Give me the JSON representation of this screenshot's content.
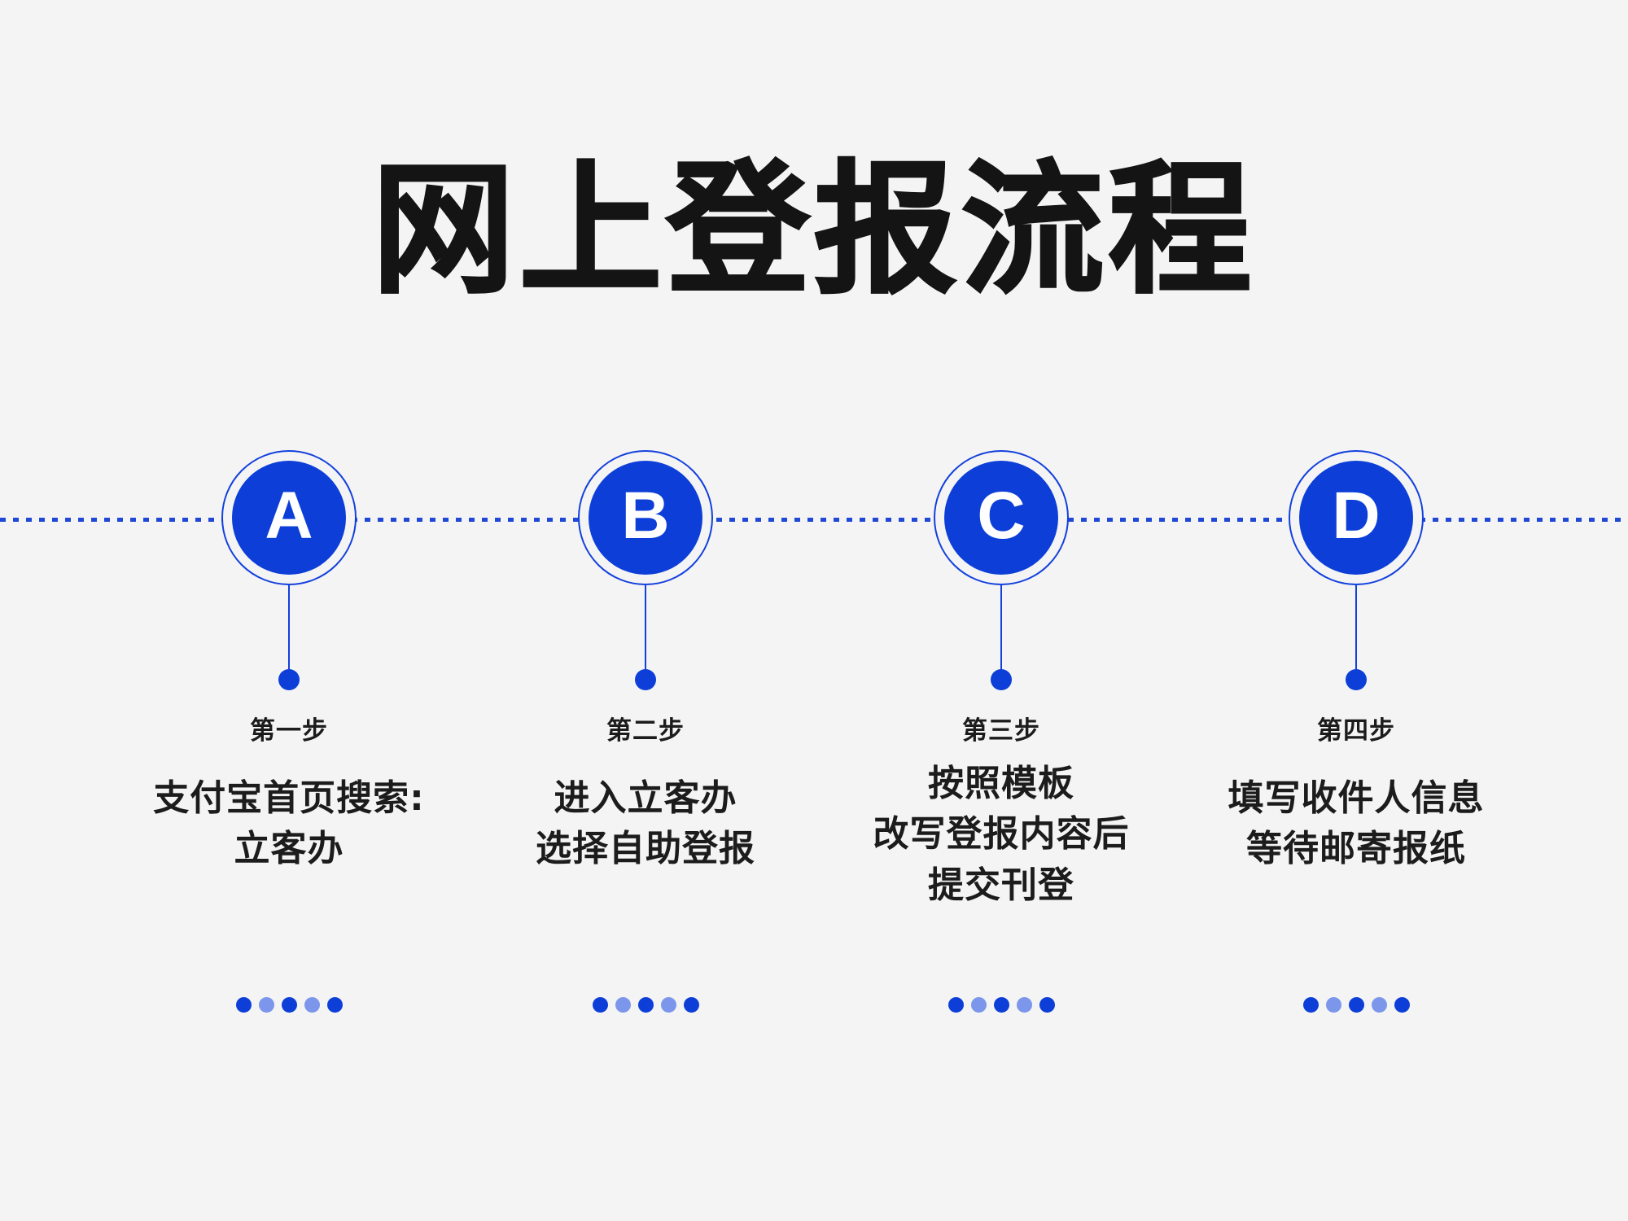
{
  "page": {
    "title": "网上登报流程",
    "background_color": "#f4f4f4",
    "accent_color": "#0d3fd8",
    "accent_light_color": "#7b96ea",
    "text_color": "#1c1c1c"
  },
  "axis": {
    "name": "dotted-timeline",
    "color": "#1f48d6",
    "style": "dotted"
  },
  "steps": [
    {
      "letter": "A",
      "label": "第一步",
      "lines": [
        "支付宝首页搜索:",
        "立客办"
      ],
      "dots": [
        "dark",
        "light",
        "dark",
        "light",
        "dark"
      ]
    },
    {
      "letter": "B",
      "label": "第二步",
      "lines": [
        "进入立客办",
        "选择自助登报"
      ],
      "dots": [
        "dark",
        "light",
        "dark",
        "light",
        "dark"
      ]
    },
    {
      "letter": "C",
      "label": "第三步",
      "lines": [
        "按照模板",
        "改写登报内容后",
        "提交刊登"
      ],
      "dots": [
        "dark",
        "light",
        "dark",
        "light",
        "dark"
      ]
    },
    {
      "letter": "D",
      "label": "第四步",
      "lines": [
        "填写收件人信息",
        "等待邮寄报纸"
      ],
      "dots": [
        "dark",
        "light",
        "dark",
        "light",
        "dark"
      ]
    }
  ]
}
